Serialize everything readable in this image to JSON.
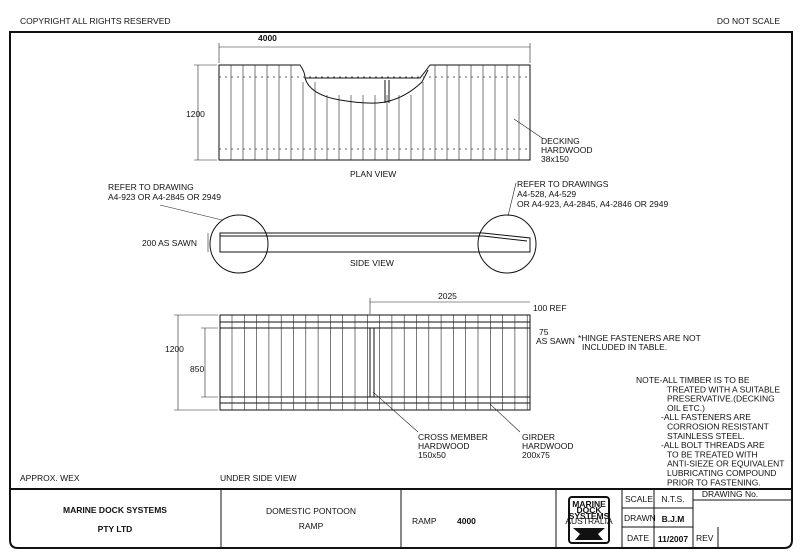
{
  "header": {
    "copyright": "COPYRIGHT ALL RIGHTS RESERVED",
    "scale_note": "DO NOT SCALE"
  },
  "plan_view": {
    "title": "PLAN VIEW",
    "length_dim": "4000",
    "width_dim": "1200",
    "decking_label": [
      "DECKING",
      "HARDWOOD",
      "38x150"
    ]
  },
  "side_view": {
    "title": "SIDE VIEW",
    "height_dim": "200 AS SAWN",
    "refer_left": [
      "REFER TO DRAWING",
      "A4-923 OR A4-2845 OR 2949"
    ],
    "refer_right": [
      "REFER TO DRAWINGS",
      "A4-528, A4-529",
      "OR A4-923, A4-2845, A4-2846 OR 2949"
    ]
  },
  "underside_view": {
    "title": "UNDER SIDE VIEW",
    "dim_2025": "2025",
    "dim_1200": "1200",
    "dim_850": "850",
    "dim_100": "100 REF",
    "dim_75": "75",
    "as_sawn": "AS SAWN",
    "hinge_note": [
      "*HINGE FASTENERS ARE NOT",
      "INCLUDED IN TABLE."
    ],
    "cross_member": [
      "CROSS MEMBER",
      "HARDWOOD",
      "150x50"
    ],
    "girder": [
      "GIRDER",
      "HARDWOOD",
      "200x75"
    ]
  },
  "notes": [
    "NOTE-ALL TIMBER IS TO BE",
    "TREATED WITH A SUITABLE",
    "PRESERVATIVE.(DECKING",
    "OIL ETC.)",
    "-ALL FASTENERS ARE",
    "CORROSION RESISTANT",
    "STAINLESS STEEL.",
    "-ALL BOLT THREADS ARE",
    "TO BE TREATED WITH",
    "ANTI-SIEZE OR EQUIVALENT",
    "LUBRICATING COMPOUND",
    "PRIOR TO FASTENING."
  ],
  "approx_weight": "APPROX. WEX",
  "title_block": {
    "company": [
      "MARINE DOCK SYSTEMS",
      "PTY LTD"
    ],
    "project": [
      "DOMESTIC PONTOON",
      "RAMP"
    ],
    "item": "RAMP",
    "item_size": "4000",
    "logo_text": [
      "MARINE",
      "DOCK",
      "SYSTEMS",
      "AUSTRALIA"
    ],
    "scale_label": "SCALE",
    "scale_value": "N.T.S.",
    "drawn_label": "DRAWN",
    "drawn_value": "B.J.M",
    "date_label": "DATE",
    "date_value": "11/2007",
    "rev_label": "REV",
    "drawing_no_label": "DRAWING No."
  }
}
